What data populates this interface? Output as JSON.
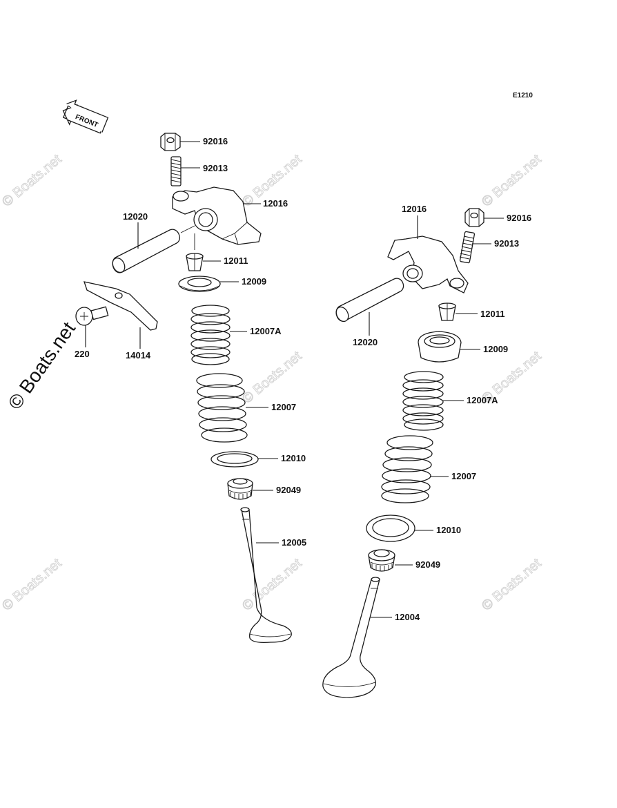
{
  "diagram_code": "E1210",
  "front_label": "FRONT",
  "watermark": "© Boats.net",
  "parts": {
    "p92016_l": "92016",
    "p92013_l": "92013",
    "p12016_l": "12016",
    "p12020_l": "12020",
    "p12011_l": "12011",
    "p12009_l": "12009",
    "p12007a_l": "12007A",
    "p220": "220",
    "p14014": "14014",
    "p12007_l": "12007",
    "p12010_l": "12010",
    "p92049_l": "92049",
    "p12005": "12005",
    "p12016_r": "12016",
    "p92016_r": "92016",
    "p92013_r": "92013",
    "p12011_r": "12011",
    "p12020_r": "12020",
    "p12009_r": "12009",
    "p12007a_r": "12007A",
    "p12007_r": "12007",
    "p12010_r": "12010",
    "p92049_r": "92049",
    "p12004": "12004"
  }
}
